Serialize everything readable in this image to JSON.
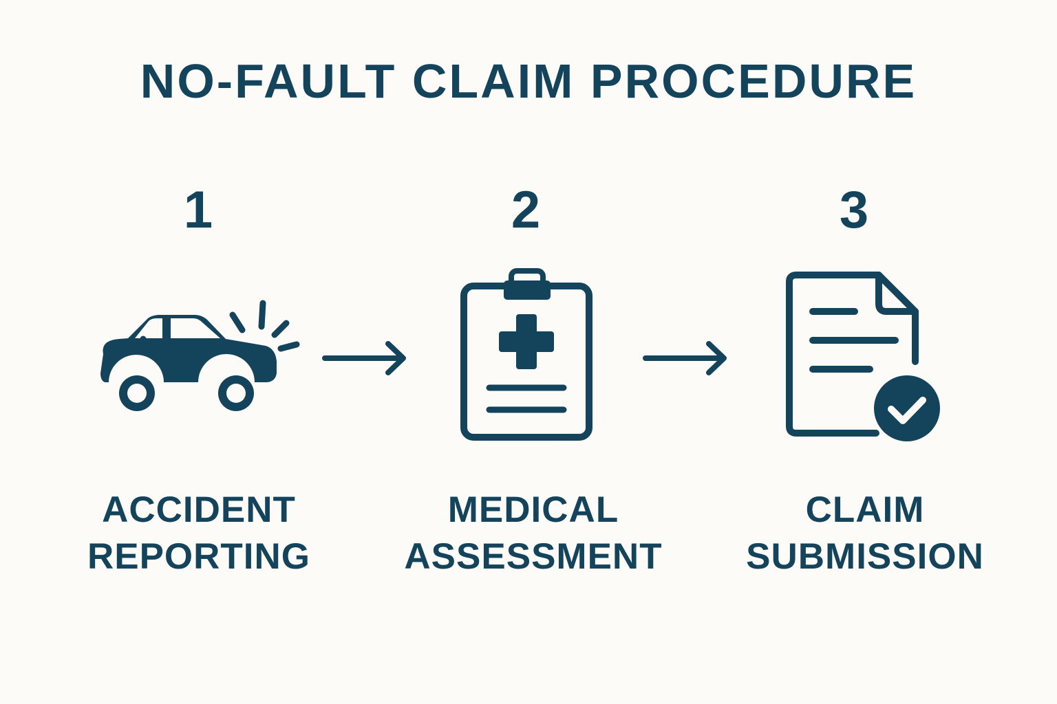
{
  "title": "NO-FAULT CLAIM PROCEDURE",
  "colors": {
    "primary": "#14445c",
    "background": "#fdfbf8"
  },
  "steps": [
    {
      "number": "1",
      "icon": "car-crash-icon",
      "label_line1": "ACCIDENT",
      "label_line2": "REPORTING"
    },
    {
      "number": "2",
      "icon": "medical-clipboard-icon",
      "label_line1": "MEDICAL",
      "label_line2": "ASSESSMENT"
    },
    {
      "number": "3",
      "icon": "document-check-icon",
      "label_line1": "CLAIM",
      "label_line2": "SUBMISSION"
    }
  ],
  "connectors": [
    "arrow-right-icon",
    "arrow-right-icon"
  ]
}
